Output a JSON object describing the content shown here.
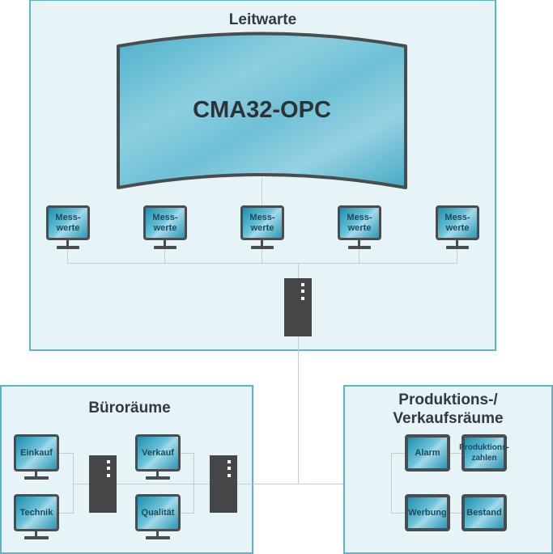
{
  "colors": {
    "zone_fill": "#e6f4f7",
    "zone_border": "#5fb4c3",
    "device_frame": "#4a4d50",
    "screen_blue": "#1f8fae",
    "server": "#454647",
    "connector": "#c4cdd0"
  },
  "leitwarte": {
    "title": "Leitwarte",
    "main_screen_label": "CMA32-OPC",
    "workstations": [
      {
        "label": "Mess-\nwerte"
      },
      {
        "label": "Mess-\nwerte"
      },
      {
        "label": "Mess-\nwerte"
      },
      {
        "label": "Mess-\nwerte"
      },
      {
        "label": "Mess-\nwerte"
      }
    ],
    "server_icon": "server-icon"
  },
  "bueroraeume": {
    "title": "Büroräume",
    "workstations": [
      {
        "label": "Einkauf"
      },
      {
        "label": "Technik"
      },
      {
        "label": "Verkauf"
      },
      {
        "label": "Qualität"
      }
    ]
  },
  "produktion": {
    "title_line1": "Produktions-/",
    "title_line2": "Verkaufsräume",
    "displays": [
      {
        "label": "Alarm"
      },
      {
        "label": "Produktions-\nzahlen"
      },
      {
        "label": "Werbung"
      },
      {
        "label": "Bestand"
      }
    ]
  }
}
